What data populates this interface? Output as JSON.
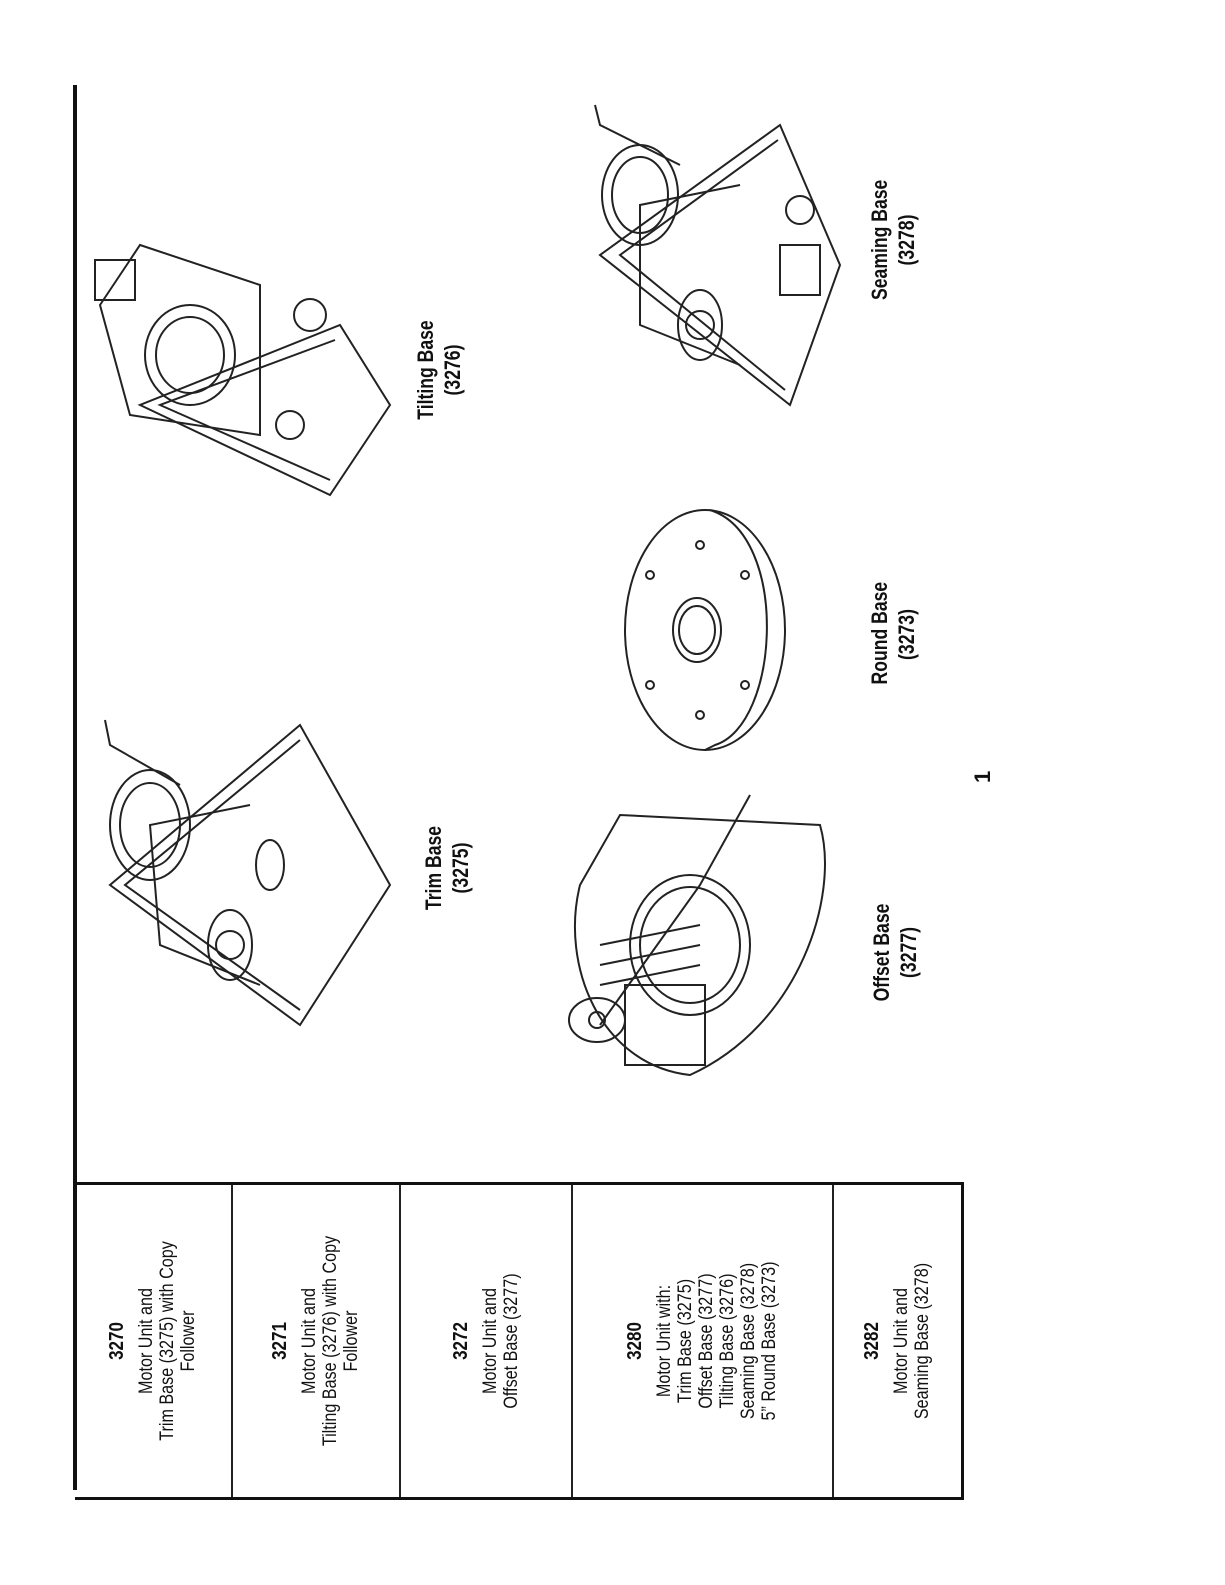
{
  "models": [
    {
      "number": "3270",
      "lines": [
        "Motor Unit and",
        "Trim Base (3275) with Copy",
        "Follower"
      ]
    },
    {
      "number": "3271",
      "lines": [
        "Motor Unit and",
        "Tilting Base (3276) with Copy",
        "Follower"
      ]
    },
    {
      "number": "3272",
      "lines": [
        "Motor Unit and",
        "Offset Base (3277)"
      ]
    },
    {
      "number": "3280",
      "lines": [
        "Motor Unit with:",
        "Trim Base (3275)",
        "Offset Base (3277)",
        "Tilting Base (3276)",
        "Seaming Base (3278)",
        "5” Round Base (3273)"
      ]
    },
    {
      "number": "3282",
      "lines": [
        "Motor Unit and",
        "Seaming Base (3278)"
      ]
    }
  ],
  "captions": {
    "trim": {
      "name": "Trim Base",
      "code": "(3275)"
    },
    "tilting": {
      "name": "Tilting Base",
      "code": "(3276)"
    },
    "offset": {
      "name": "Offset Base",
      "code": "(3277)"
    },
    "round": {
      "name": "Round Base",
      "code": "(3273)"
    },
    "seaming": {
      "name": "Seaming Base",
      "code": "(3278)"
    }
  },
  "page_number": "1"
}
